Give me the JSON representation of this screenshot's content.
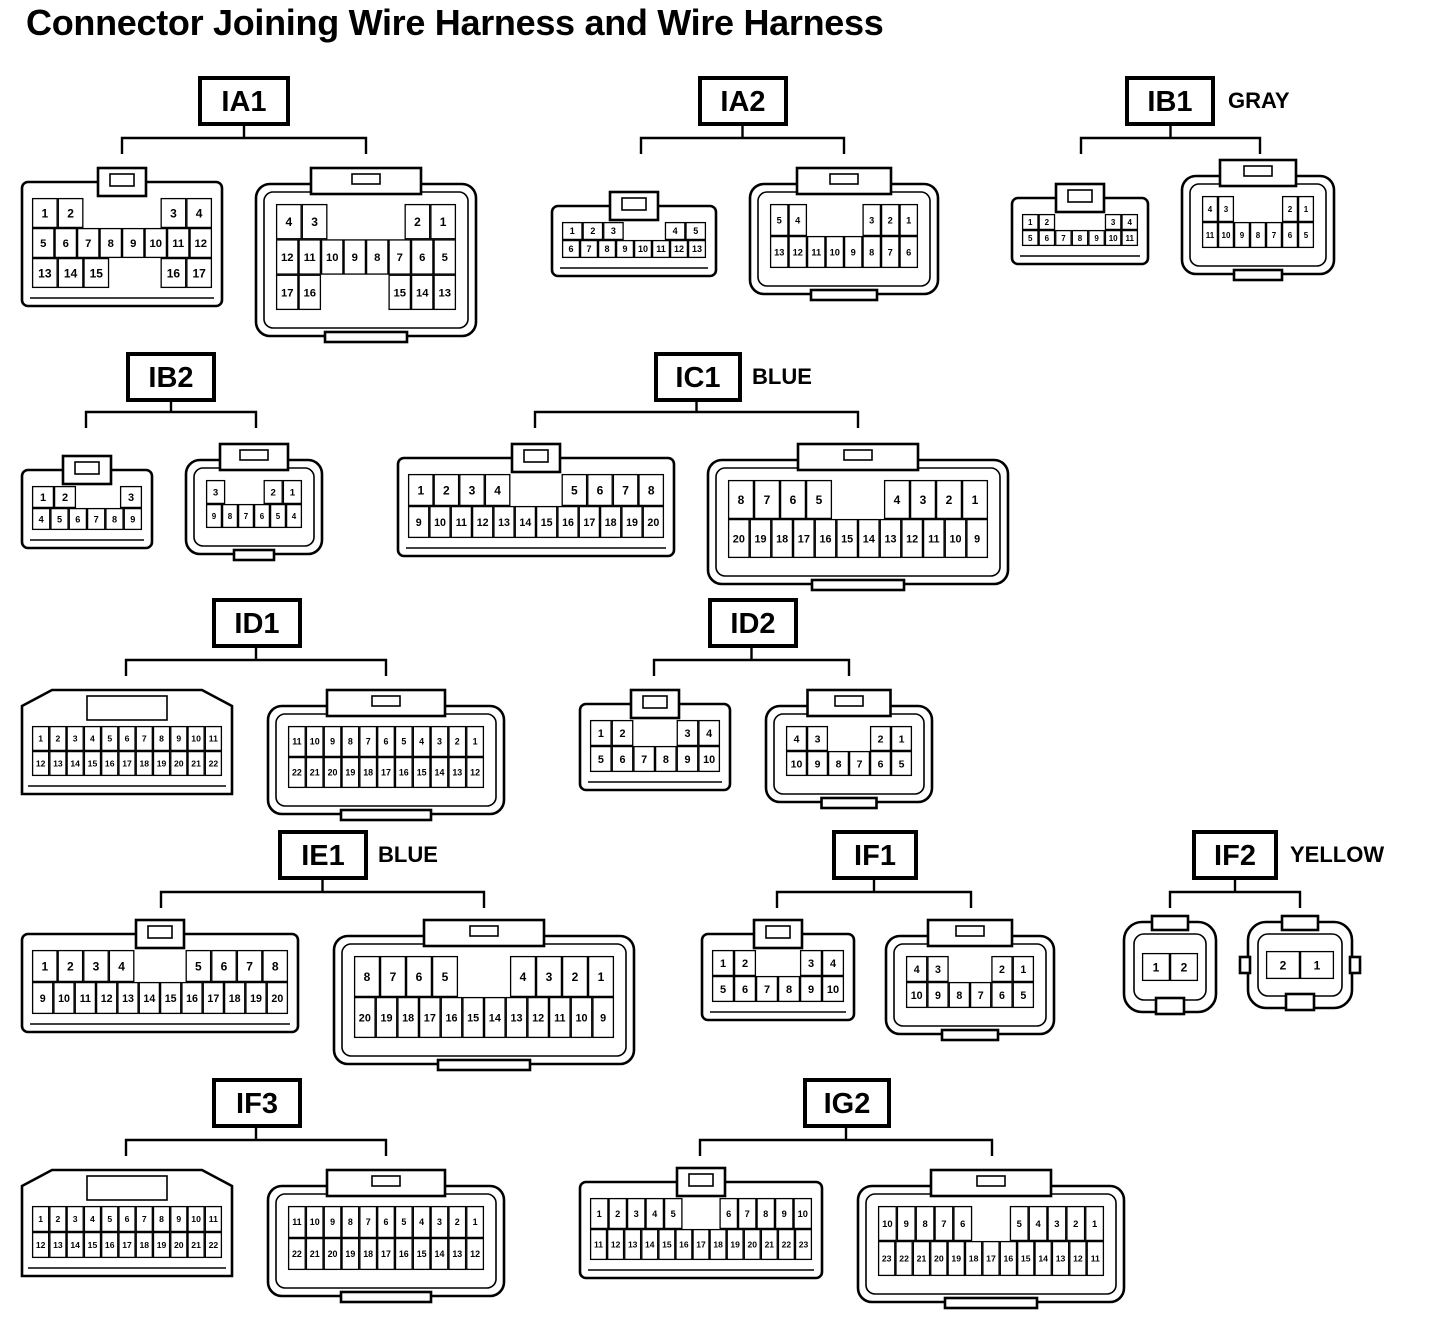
{
  "title": "Connector Joining Wire Harness and Wire Harness",
  "connectors": [
    {
      "id": "IA1",
      "color": "",
      "left": {
        "rows": [
          [
            "1",
            "2",
            "",
            "",
            "",
            "3",
            "4"
          ],
          [
            "5",
            "6",
            "7",
            "8",
            "9",
            "10",
            "11",
            "12"
          ],
          [
            "13",
            "14",
            "15",
            "",
            "",
            "16",
            "17"
          ]
        ]
      },
      "right": {
        "rows": [
          [
            "4",
            "3",
            "",
            "",
            "",
            "2",
            "1"
          ],
          [
            "12",
            "11",
            "10",
            "9",
            "8",
            "7",
            "6",
            "5"
          ],
          [
            "17",
            "16",
            "",
            "",
            "",
            "15",
            "14",
            "13"
          ]
        ]
      }
    },
    {
      "id": "IA2",
      "color": "",
      "left": {
        "rows": [
          [
            "1",
            "2",
            "3",
            "",
            "",
            "4",
            "5"
          ],
          [
            "6",
            "7",
            "8",
            "9",
            "10",
            "11",
            "12",
            "13"
          ]
        ]
      },
      "right": {
        "rows": [
          [
            "5",
            "4",
            "",
            "",
            "",
            "3",
            "2",
            "1"
          ],
          [
            "13",
            "12",
            "11",
            "10",
            "9",
            "8",
            "7",
            "6"
          ]
        ]
      }
    },
    {
      "id": "IB1",
      "color": "GRAY",
      "left": {
        "rows": [
          [
            "1",
            "2",
            "",
            "",
            "",
            "3",
            "4"
          ],
          [
            "5",
            "6",
            "7",
            "8",
            "9",
            "10",
            "11"
          ]
        ]
      },
      "right": {
        "rows": [
          [
            "4",
            "3",
            "",
            "",
            "",
            "2",
            "1"
          ],
          [
            "11",
            "10",
            "9",
            "8",
            "7",
            "6",
            "5"
          ]
        ]
      }
    },
    {
      "id": "IB2",
      "color": "",
      "left": {
        "rows": [
          [
            "1",
            "2",
            "",
            "",
            "3"
          ],
          [
            "4",
            "5",
            "6",
            "7",
            "8",
            "9"
          ]
        ]
      },
      "right": {
        "rows": [
          [
            "3",
            "",
            "",
            "2",
            "1"
          ],
          [
            "9",
            "8",
            "7",
            "6",
            "5",
            "4"
          ]
        ]
      }
    },
    {
      "id": "IC1",
      "color": "BLUE",
      "left": {
        "rows": [
          [
            "1",
            "2",
            "3",
            "4",
            "",
            "",
            "5",
            "6",
            "7",
            "8"
          ],
          [
            "9",
            "10",
            "11",
            "12",
            "13",
            "14",
            "15",
            "16",
            "17",
            "18",
            "19",
            "20"
          ]
        ]
      },
      "right": {
        "rows": [
          [
            "8",
            "7",
            "6",
            "5",
            "",
            "",
            "4",
            "3",
            "2",
            "1"
          ],
          [
            "20",
            "19",
            "18",
            "17",
            "16",
            "15",
            "14",
            "13",
            "12",
            "11",
            "10",
            "9"
          ]
        ]
      }
    },
    {
      "id": "ID1",
      "color": "",
      "left": {
        "rows": [
          [
            "1",
            "2",
            "3",
            "4",
            "5",
            "6",
            "7",
            "8",
            "9",
            "10",
            "11"
          ],
          [
            "12",
            "13",
            "14",
            "15",
            "16",
            "17",
            "18",
            "19",
            "20",
            "21",
            "22"
          ]
        ]
      },
      "right": {
        "rows": [
          [
            "11",
            "10",
            "9",
            "8",
            "7",
            "6",
            "5",
            "4",
            "3",
            "2",
            "1"
          ],
          [
            "22",
            "21",
            "20",
            "19",
            "18",
            "17",
            "16",
            "15",
            "14",
            "13",
            "12"
          ]
        ]
      }
    },
    {
      "id": "ID2",
      "color": "",
      "left": {
        "rows": [
          [
            "1",
            "2",
            "",
            "",
            "3",
            "4"
          ],
          [
            "5",
            "6",
            "7",
            "8",
            "9",
            "10"
          ]
        ]
      },
      "right": {
        "rows": [
          [
            "4",
            "3",
            "",
            "",
            "2",
            "1"
          ],
          [
            "10",
            "9",
            "8",
            "7",
            "6",
            "5"
          ]
        ]
      }
    },
    {
      "id": "IE1",
      "color": "BLUE",
      "left": {
        "rows": [
          [
            "1",
            "2",
            "3",
            "4",
            "",
            "",
            "5",
            "6",
            "7",
            "8"
          ],
          [
            "9",
            "10",
            "11",
            "12",
            "13",
            "14",
            "15",
            "16",
            "17",
            "18",
            "19",
            "20"
          ]
        ]
      },
      "right": {
        "rows": [
          [
            "8",
            "7",
            "6",
            "5",
            "",
            "",
            "4",
            "3",
            "2",
            "1"
          ],
          [
            "20",
            "19",
            "18",
            "17",
            "16",
            "15",
            "14",
            "13",
            "12",
            "11",
            "10",
            "9"
          ]
        ]
      }
    },
    {
      "id": "IF1",
      "color": "",
      "left": {
        "rows": [
          [
            "1",
            "2",
            "",
            "",
            "3",
            "4"
          ],
          [
            "5",
            "6",
            "7",
            "8",
            "9",
            "10"
          ]
        ]
      },
      "right": {
        "rows": [
          [
            "4",
            "3",
            "",
            "",
            "2",
            "1"
          ],
          [
            "10",
            "9",
            "8",
            "7",
            "6",
            "5"
          ]
        ]
      }
    },
    {
      "id": "IF2",
      "color": "YELLOW",
      "left": {
        "rows": [
          [
            "1",
            "2"
          ]
        ]
      },
      "right": {
        "rows": [
          [
            "2",
            "1"
          ]
        ]
      }
    },
    {
      "id": "IF3",
      "color": "",
      "left": {
        "rows": [
          [
            "1",
            "2",
            "3",
            "4",
            "5",
            "6",
            "7",
            "8",
            "9",
            "10",
            "11"
          ],
          [
            "12",
            "13",
            "14",
            "15",
            "16",
            "17",
            "18",
            "19",
            "20",
            "21",
            "22"
          ]
        ]
      },
      "right": {
        "rows": [
          [
            "11",
            "10",
            "9",
            "8",
            "7",
            "6",
            "5",
            "4",
            "3",
            "2",
            "1"
          ],
          [
            "22",
            "21",
            "20",
            "19",
            "18",
            "17",
            "16",
            "15",
            "14",
            "13",
            "12"
          ]
        ]
      }
    },
    {
      "id": "IG2",
      "color": "",
      "left": {
        "rows": [
          [
            "1",
            "2",
            "3",
            "4",
            "5",
            "",
            "",
            "6",
            "7",
            "8",
            "9",
            "10"
          ],
          [
            "11",
            "12",
            "13",
            "14",
            "15",
            "16",
            "17",
            "18",
            "19",
            "20",
            "21",
            "22",
            "23"
          ]
        ]
      },
      "right": {
        "rows": [
          [
            "10",
            "9",
            "8",
            "7",
            "6",
            "",
            "",
            "5",
            "4",
            "3",
            "2",
            "1"
          ],
          [
            "23",
            "22",
            "21",
            "20",
            "19",
            "18",
            "17",
            "16",
            "15",
            "14",
            "13",
            "12",
            "11"
          ]
        ]
      }
    }
  ]
}
